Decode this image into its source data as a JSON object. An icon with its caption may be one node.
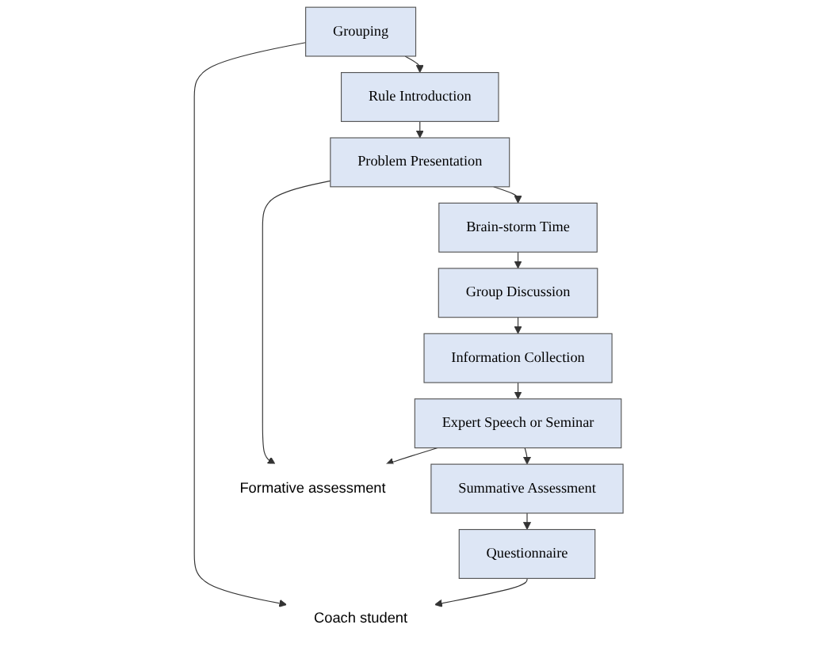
{
  "diagram": {
    "nodes": [
      {
        "text": [
          "Grouping"
        ]
      },
      {
        "text": [
          "Rule Introduction"
        ]
      },
      {
        "text": [
          "Problem Presentation"
        ]
      },
      {
        "text": [
          "Brain-storm Time"
        ]
      },
      {
        "text": [
          "Group Discussion"
        ]
      },
      {
        "text": [
          "Information Collection"
        ]
      },
      {
        "text": [
          "Expert Speech or Seminar"
        ]
      },
      {
        "text": [
          "Summative Assessment"
        ]
      },
      {
        "text": [
          "Questionnaire"
        ]
      },
      {
        "text": [
          "Formative assessment"
        ]
      },
      {
        "text": [
          "Coach student"
        ]
      }
    ],
    "edges": [
      {
        "from": 0,
        "to": 1,
        "arrow": "to"
      },
      {
        "from": 1,
        "to": 2,
        "arrow": "to"
      },
      {
        "from": 2,
        "to": 3,
        "arrow": "to"
      },
      {
        "from": 3,
        "to": 4,
        "arrow": "to"
      },
      {
        "from": 4,
        "to": 5,
        "arrow": "to"
      },
      {
        "from": 5,
        "to": 6,
        "arrow": "to"
      },
      {
        "from": 6,
        "to": 7,
        "arrow": "to"
      },
      {
        "from": 7,
        "to": 8,
        "arrow": "to"
      },
      {
        "from": 2,
        "to": 9,
        "arrow": "to"
      },
      {
        "from": 6,
        "to": 9,
        "arrow": "to"
      },
      {
        "from": 0,
        "to": 10,
        "arrow": "to"
      },
      {
        "from": 8,
        "to": 10,
        "arrow": "to"
      }
    ]
  }
}
